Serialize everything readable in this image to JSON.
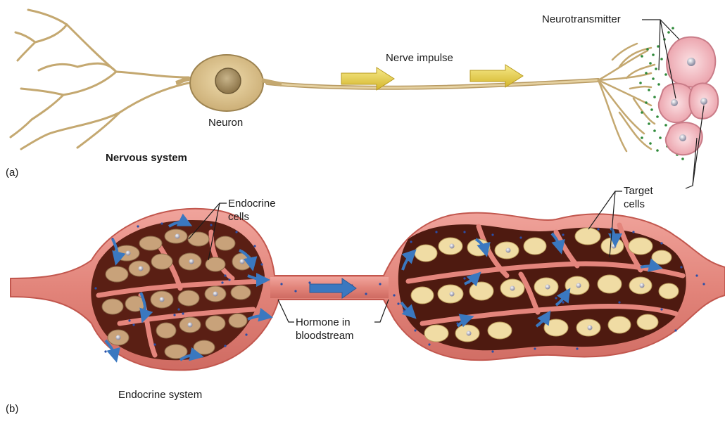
{
  "panel_a": {
    "tag": "(a)",
    "system_label": "Nervous system",
    "neuron_label": "Neuron",
    "impulse_label": "Nerve impulse",
    "neurotransmitter_label": "Neurotransmitter"
  },
  "panel_b": {
    "tag": "(b)",
    "system_label": "Endocrine system",
    "endocrine_cells_line1": "Endocrine",
    "endocrine_cells_line2": "cells",
    "hormone_line1": "Hormone in",
    "hormone_line2": "bloodstream",
    "target_cells_line1": "Target",
    "target_cells_line2": "cells"
  },
  "colors": {
    "axon": "#d8c08c",
    "axon_edge": "#a88e58",
    "arrow_yellow": "#e8d24a",
    "vessel": "#e4857c",
    "vessel_edge": "#c2574e",
    "cavity": "#5a1f14",
    "endocrine_cell": "#c8a27a",
    "target_cell": "#f0dca4",
    "hormone_dot": "#2a4fa8",
    "flow_arrow": "#3a78c0",
    "nt_dot": "#2f8a3a",
    "pink_cell": "#f2b9c0"
  }
}
